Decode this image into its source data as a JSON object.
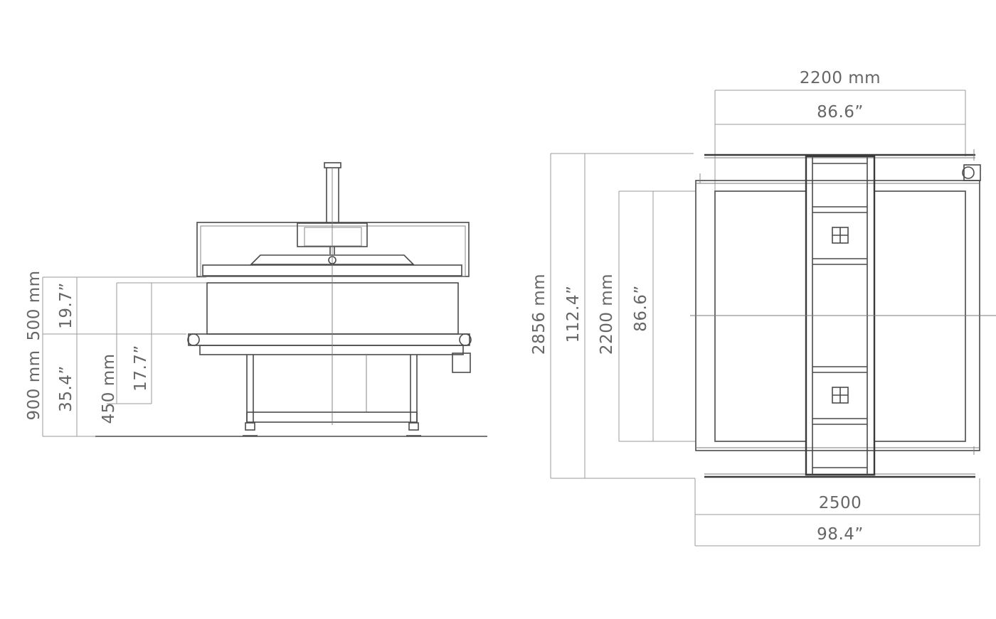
{
  "colors": {
    "line": "#4a4a4a",
    "dimension": "#9a9a9a",
    "label": "#666666",
    "background": "#ffffff"
  },
  "side_view": {
    "dims": {
      "upper_mm": "500 mm",
      "upper_in": "19.7”",
      "lower_mm": "900 mm",
      "lower_in": "35.4”",
      "inner_mm": "450 mm",
      "inner_in": "17.7”"
    }
  },
  "top_view": {
    "dims": {
      "top_mm": "2200 mm",
      "top_in": "86.6”",
      "bottom_mm": "2500",
      "bottom_in": "98.4”",
      "outer_mm": "2856 mm",
      "outer_in": "112.4”",
      "inner_mm": "2200 mm",
      "inner_in": "86.6”"
    }
  }
}
